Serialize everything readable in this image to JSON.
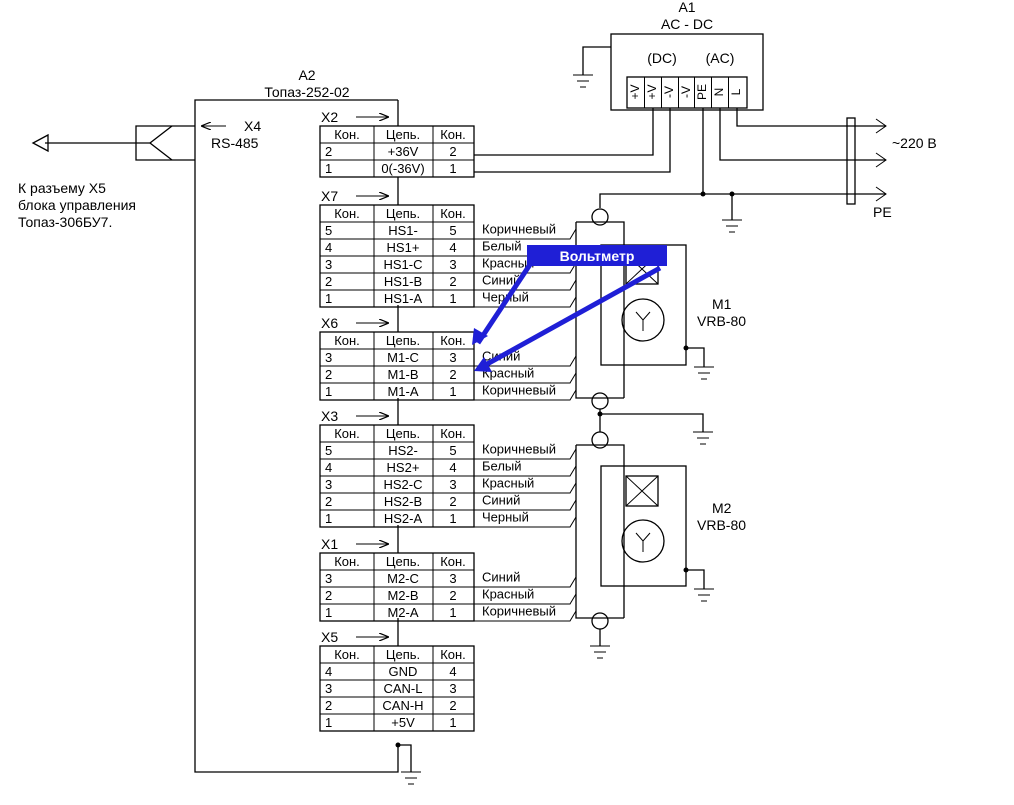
{
  "a1": {
    "designator": "A1",
    "name": "AC - DC",
    "dc_label": "(DC)",
    "ac_label": "(AC)",
    "terminals": [
      "+V",
      "+V",
      "-V",
      "-V",
      "PE",
      "N",
      "L"
    ]
  },
  "a2": {
    "designator": "A2",
    "name": "Топаз-252-02"
  },
  "x4": {
    "designator": "X4",
    "name": "RS-485"
  },
  "x5_note": [
    "К разъему Х5",
    "блока управления",
    "Топаз-306БУ7."
  ],
  "mains": {
    "label_ac": "~220 В",
    "label_pe": "PE"
  },
  "header": {
    "pin": "Кон.",
    "circuit": "Цепь.",
    "pin2": "Кон."
  },
  "connectors": [
    {
      "id": "X2",
      "rows": [
        [
          "2",
          "+36V",
          "2"
        ],
        [
          "1",
          "0(-36V)",
          "1"
        ]
      ],
      "wires": []
    },
    {
      "id": "X7",
      "rows": [
        [
          "5",
          "HS1-",
          "5"
        ],
        [
          "4",
          "HS1+",
          "4"
        ],
        [
          "3",
          "HS1-C",
          "3"
        ],
        [
          "2",
          "HS1-B",
          "2"
        ],
        [
          "1",
          "HS1-A",
          "1"
        ]
      ],
      "wires": [
        "Коричневый",
        "Белый",
        "Красный",
        "Синий",
        "Черный"
      ]
    },
    {
      "id": "X6",
      "rows": [
        [
          "3",
          "M1-C",
          "3"
        ],
        [
          "2",
          "M1-B",
          "2"
        ],
        [
          "1",
          "M1-A",
          "1"
        ]
      ],
      "wires": [
        "Синий",
        "Красный",
        "Коричневый"
      ]
    },
    {
      "id": "X3",
      "rows": [
        [
          "5",
          "HS2-",
          "5"
        ],
        [
          "4",
          "HS2+",
          "4"
        ],
        [
          "3",
          "HS2-C",
          "3"
        ],
        [
          "2",
          "HS2-B",
          "2"
        ],
        [
          "1",
          "HS2-A",
          "1"
        ]
      ],
      "wires": [
        "Коричневый",
        "Белый",
        "Красный",
        "Синий",
        "Черный"
      ]
    },
    {
      "id": "X1",
      "rows": [
        [
          "3",
          "M2-C",
          "3"
        ],
        [
          "2",
          "M2-B",
          "2"
        ],
        [
          "1",
          "M2-A",
          "1"
        ]
      ],
      "wires": [
        "Синий",
        "Красный",
        "Коричневый"
      ]
    },
    {
      "id": "X5",
      "rows": [
        [
          "4",
          "GND",
          "4"
        ],
        [
          "3",
          "CAN-L",
          "3"
        ],
        [
          "2",
          "CAN-H",
          "2"
        ],
        [
          "1",
          "+5V",
          "1"
        ]
      ],
      "wires": []
    }
  ],
  "motors": [
    {
      "designator": "M1",
      "model": "VRB-80"
    },
    {
      "designator": "M2",
      "model": "VRB-80"
    }
  ],
  "annotation": {
    "text": "Вольтметр",
    "color": "#1f1fd6"
  }
}
